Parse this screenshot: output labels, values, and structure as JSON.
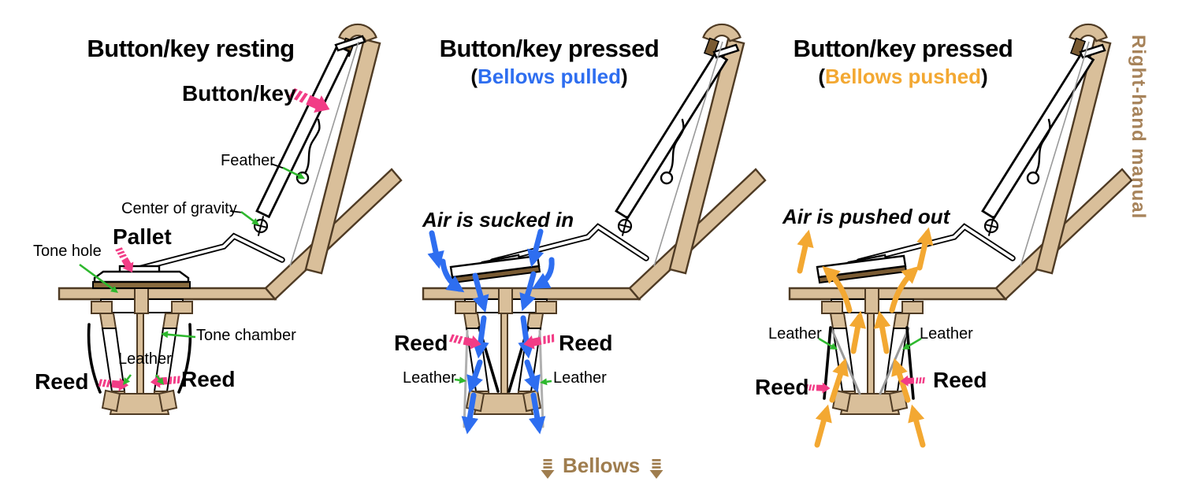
{
  "colors": {
    "wood_tan": "#d9bf9a",
    "wood_edge": "#4f3b24",
    "dark_wood": "#7a5b33",
    "pallet_plate": "#8a6c3f",
    "pink": "#f23c86",
    "green": "#2eb82e",
    "blue": "#2e6ef0",
    "orange": "#f3a832",
    "brown_text": "#9f7d4e",
    "leather_gray": "#b0b0b0"
  },
  "panels": [
    {
      "title": "Button/key resting",
      "labels": {
        "button_key": "Button/key",
        "feather": "Feather",
        "center_of_gravity": "Center of gravity",
        "pallet": "Pallet",
        "tone_hole": "Tone hole",
        "tone_chamber": "Tone chamber",
        "leather": "Leather",
        "reed_left": "Reed",
        "reed_right": "Reed"
      }
    },
    {
      "title": "Button/key pressed",
      "subtitle": {
        "open": "(",
        "text": "Bellows pulled",
        "close": ")"
      },
      "air": "Air is sucked in",
      "labels": {
        "reed_left": "Reed",
        "reed_right": "Reed",
        "leather_left": "Leather",
        "leather_right": "Leather"
      }
    },
    {
      "title": "Button/key pressed",
      "subtitle": {
        "open": "(",
        "text": "Bellows pushed",
        "close": ")"
      },
      "air": "Air is pushed out",
      "labels": {
        "leather_left": "Leather",
        "leather_right": "Leather",
        "reed_left": "Reed",
        "reed_right": "Reed"
      }
    }
  ],
  "side_label": "Right-hand manual",
  "bellows": {
    "label": "Bellows"
  }
}
